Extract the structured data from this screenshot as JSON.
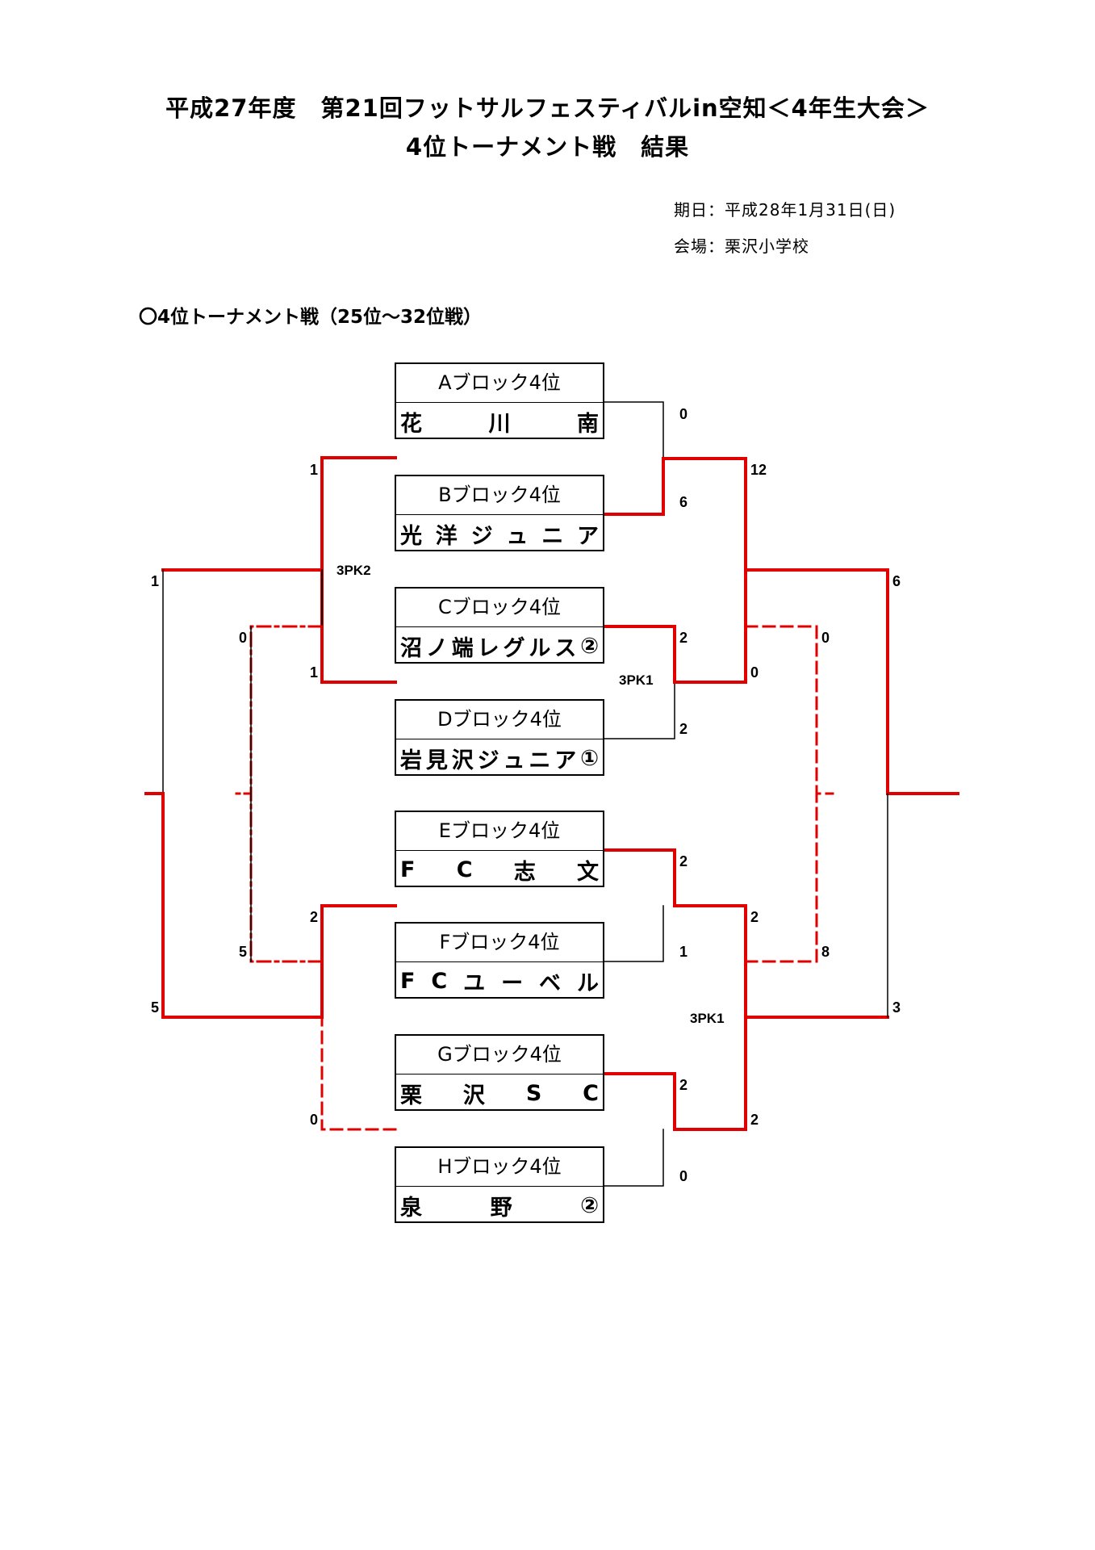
{
  "header": {
    "title_line1": "平成27年度　第21回フットサルフェスティバルin空知＜4年生大会＞",
    "title_line2": "4位トーナメント戦　結果",
    "date": "期日：平成28年1月31日(日)",
    "venue": "会場：栗沢小学校"
  },
  "section_heading": "〇4位トーナメント戦（25位～32位戦）",
  "teams": [
    {
      "block": "Aブロック4位",
      "name_parts": [
        "花",
        "川",
        "南"
      ]
    },
    {
      "block": "Bブロック4位",
      "name_parts": [
        "光",
        "洋",
        "ジ",
        "ュ",
        "ニ",
        "ア"
      ]
    },
    {
      "block": "Cブロック4位",
      "name_parts": [
        "沼",
        "ノ",
        "端",
        "レ",
        "グ",
        "ル",
        "ス",
        "②"
      ]
    },
    {
      "block": "Dブロック4位",
      "name_parts": [
        "岩",
        "見",
        "沢",
        "ジ",
        "ュ",
        "ニ",
        "ア",
        "①"
      ]
    },
    {
      "block": "Eブロック4位",
      "name_parts": [
        "F",
        "C",
        "志",
        "文"
      ]
    },
    {
      "block": "Fブロック4位",
      "name_parts": [
        "F",
        "C",
        "ユ",
        "ー",
        "ベ",
        "ル"
      ]
    },
    {
      "block": "Gブロック4位",
      "name_parts": [
        "栗",
        "沢",
        "S",
        "C"
      ]
    },
    {
      "block": "Hブロック4位",
      "name_parts": [
        "泉",
        "野",
        "②"
      ]
    }
  ],
  "scores": {
    "r1_ab_a": "0",
    "r1_ab_b": "6",
    "r1_cd_c": "2",
    "r1_cd_d": "2",
    "r1_cd_pk": "3PK1",
    "r1_ef_e": "2",
    "r1_ef_f": "1",
    "r1_gh_g": "2",
    "r1_gh_h": "0",
    "w_sf1_top": "12",
    "w_sf1_bot": "0",
    "w_sf2_top": "2",
    "w_sf2_bot": "2",
    "w_sf2_pk": "3PK1",
    "w_final_top": "6",
    "w_final_bot": "3",
    "l_sf1_top": "1",
    "l_sf1_bot": "1",
    "l_sf1_pk": "3PK2",
    "l_sf2_top": "2",
    "l_sf2_bot": "0",
    "l_final_top": "1",
    "l_final_bot": "5",
    "w_cons_top": "0",
    "w_cons_bot": "8",
    "l_cons_top": "0",
    "l_cons_bot": "5"
  },
  "colors": {
    "winner_line": "#e00000",
    "base_line": "#000000"
  }
}
